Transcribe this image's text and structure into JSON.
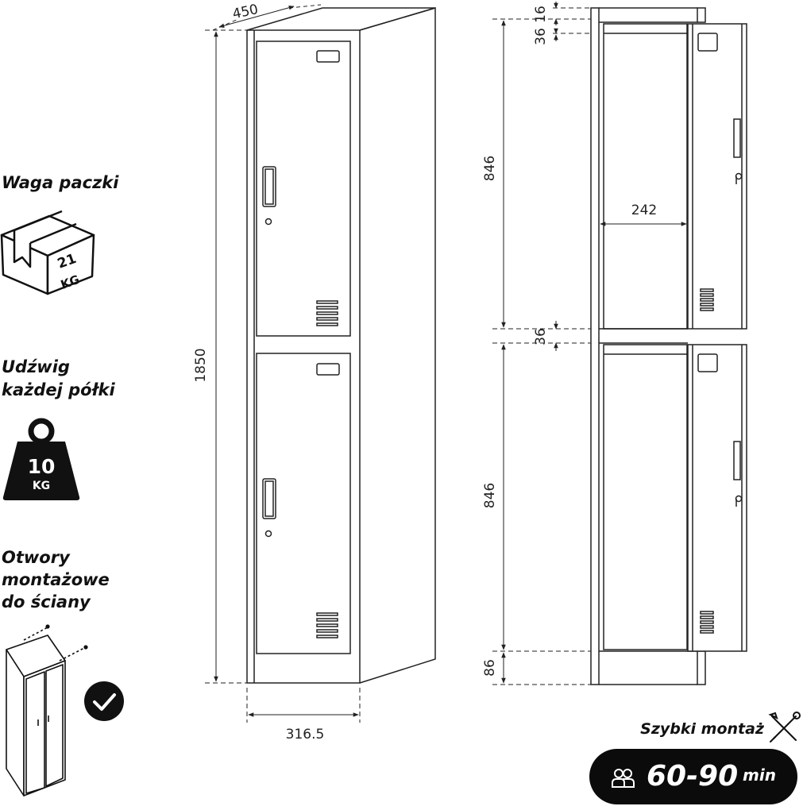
{
  "features": {
    "package_weight": {
      "title": "Waga paczki",
      "value": "21",
      "unit": "KG",
      "icon": "package-box-icon"
    },
    "shelf_load": {
      "title_line1": "Udźwig",
      "title_line2": "każdej półki",
      "value": "10",
      "unit": "KG",
      "icon": "weight-icon"
    },
    "wall_holes": {
      "title_line1": "Otwory",
      "title_line2": "montażowe",
      "title_line3": "do ściany",
      "icon": "wall-mount-cabinet-icon",
      "status_icon": "checkmark-circle-icon"
    }
  },
  "front_view": {
    "depth": "450",
    "height": "1850",
    "width": "316.5"
  },
  "side_view": {
    "top_gap_1": "16",
    "top_gap_2": "36",
    "compartment_top": "846",
    "shelf": "36",
    "compartment_bottom": "846",
    "base": "86",
    "inner_width": "242"
  },
  "assembly": {
    "label": "Szybki montaż",
    "tools_icon": "tools-icon",
    "people_icon": "people-icon",
    "time": "60-90",
    "unit": "min",
    "badge_color": "#0b0b0b"
  }
}
